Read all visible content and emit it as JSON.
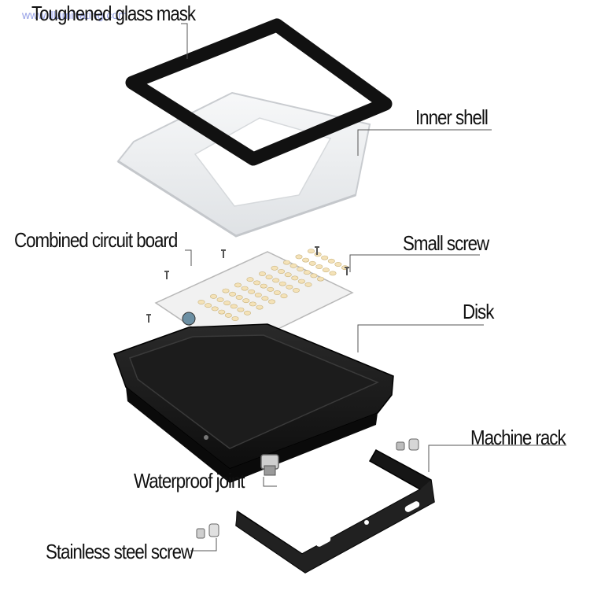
{
  "watermark": "www.illuminating.com",
  "labels": {
    "toughened_glass_mask": "Toughened glass mask",
    "inner_shell": "Inner shell",
    "combined_circuit_board": "Combined circuit board",
    "small_screw": "Small screw",
    "disk": "Disk",
    "machine_rack": "Machine rack",
    "waterproof_joint": "Waterproof joint",
    "stainless_steel_screw": "Stainless steel screw"
  },
  "colors": {
    "frame": "#111111",
    "shell": "#eef0f2",
    "board": "#f1f1f1",
    "led": "#f4e2b8",
    "housing": "#121212",
    "leader": "#555555"
  }
}
